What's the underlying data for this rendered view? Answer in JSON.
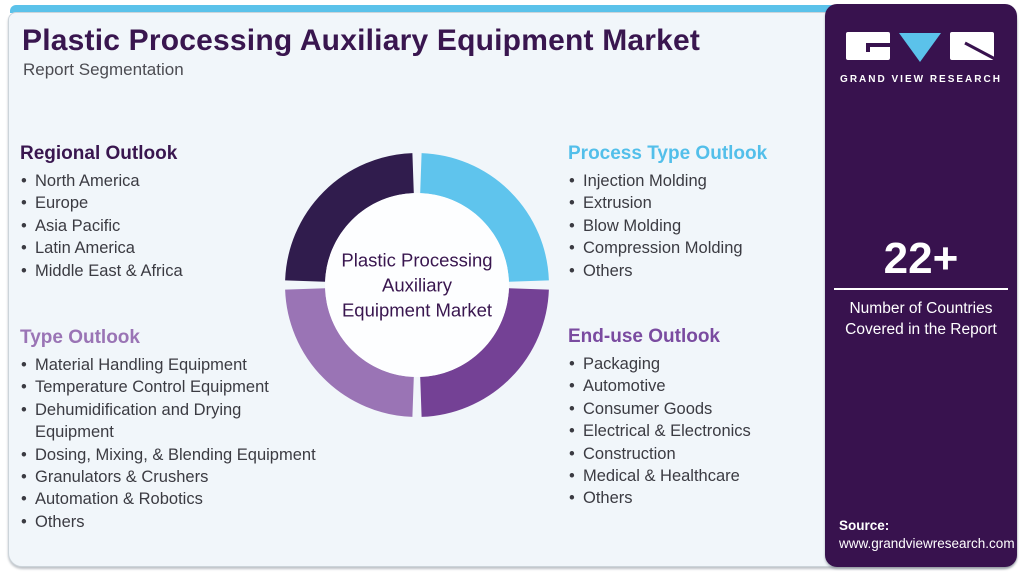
{
  "header": {
    "title": "Plastic Processing Auxiliary Equipment Market",
    "subtitle": "Report Segmentation"
  },
  "palette": {
    "top_strip": "#5bc2ea",
    "card_bg": "#f1f6fa",
    "sidebar_bg": "#38124e",
    "title_color": "#39164f",
    "body_text": "#3b3b42"
  },
  "donut": {
    "center_label": "Plastic Processing Auxiliary Equipment Market",
    "segments": [
      {
        "name": "regional-outlook",
        "position": "top-left",
        "color": "#301c4d"
      },
      {
        "name": "process-type-outlook",
        "position": "top-right",
        "color": "#5fc4ed"
      },
      {
        "name": "end-use-outlook",
        "position": "bottom-right",
        "color": "#744195"
      },
      {
        "name": "type-outlook",
        "position": "bottom-left",
        "color": "#9a74b5"
      }
    ]
  },
  "sections": [
    {
      "title": "Regional Outlook",
      "color": "#39164f",
      "items": [
        "North America",
        "Europe",
        "Asia Pacific",
        "Latin America",
        "Middle East & Africa"
      ]
    },
    {
      "title": "Process Type Outlook",
      "color": "#53bfea",
      "items": [
        "Injection Molding",
        "Extrusion",
        "Blow Molding",
        "Compression Molding",
        "Others"
      ]
    },
    {
      "title": "Type Outlook",
      "color": "#9a74b5",
      "items": [
        "Material Handling Equipment",
        "Temperature Control Equipment",
        "Dehumidification and Drying\nEquipment",
        "Dosing, Mixing, & Blending Equipment",
        "Granulators & Crushers",
        "Automation & Robotics",
        "Others"
      ]
    },
    {
      "title": "End-use Outlook",
      "color": "#7a4ba0",
      "items": [
        "Packaging",
        "Automotive",
        "Consumer Goods",
        "Electrical & Electronics",
        "Construction",
        "Medical & Healthcare",
        "Others"
      ]
    }
  ],
  "sidebar": {
    "logo_text": "GRAND VIEW RESEARCH",
    "stat_value": "22+",
    "stat_label": "Number of Countries Covered in the Report",
    "source_label": "Source:",
    "source_url": "www.grandviewresearch.com"
  }
}
